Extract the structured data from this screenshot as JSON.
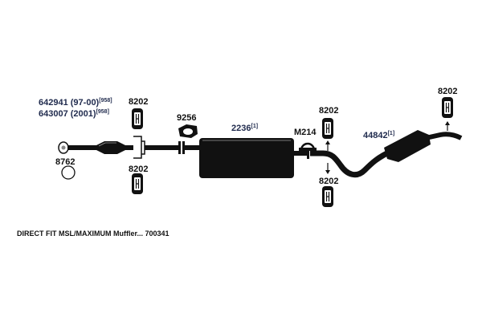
{
  "colors": {
    "pipe": "#111111",
    "label_blue": "#1f2a4d",
    "background": "#ffffff"
  },
  "labels": {
    "cat_part_1": "642941 (97-00)",
    "cat_part_1_ref": "[958]",
    "cat_part_2": "643007 (2001)",
    "cat_part_2_ref": "[958]",
    "gasket": "8762",
    "hanger": "8202",
    "flange_gasket": "9256",
    "muffler_part": "2236",
    "muffler_ref": "[1]",
    "clamp_part": "M214",
    "tailpipe_part": "44842",
    "tailpipe_ref": "[1]"
  },
  "caption": "DIRECT FIT MSL/MAXIMUM Muffler... 700341"
}
